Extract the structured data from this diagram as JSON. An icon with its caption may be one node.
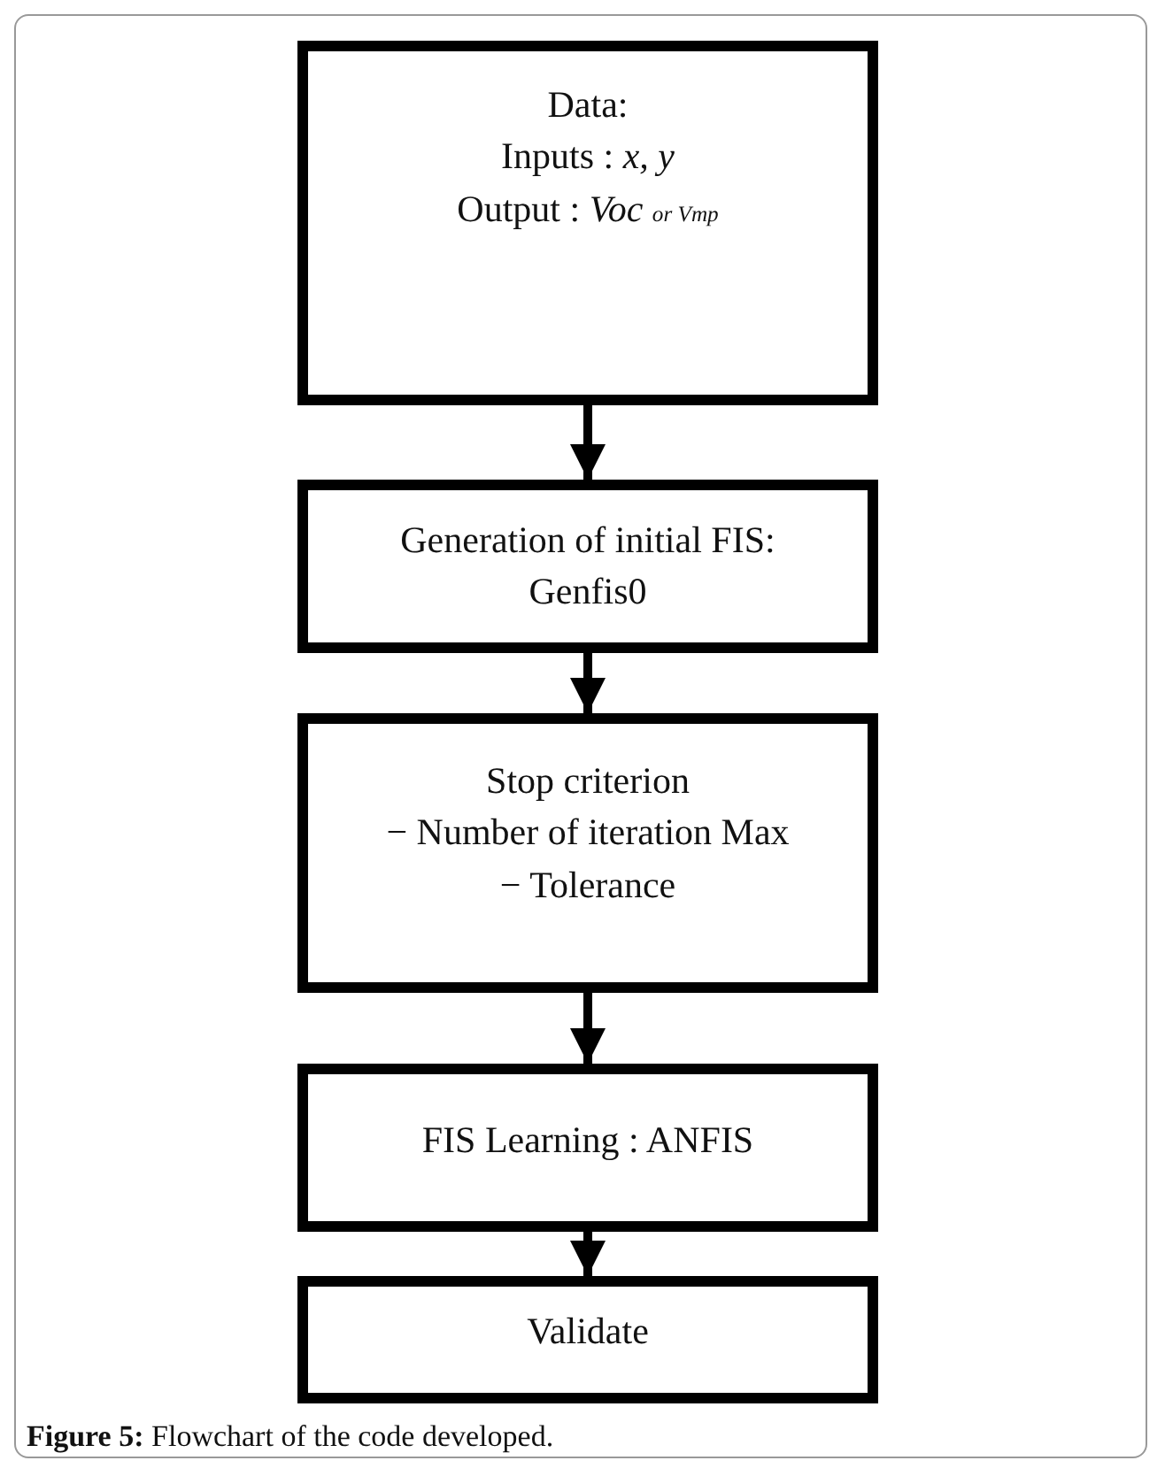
{
  "diagram": {
    "caption": "**Figure 5:** Flowchart of the code developed.",
    "nodes": [
      {
        "text": [
          "Data:",
          "Inputs : *x, y*",
          "Output : *Voc* $_{or Vmp}$"
        ]
      },
      {
        "text": [
          "Generation of initial FIS:",
          "Genfis0"
        ]
      },
      {
        "text": [
          "Stop criterion",
          "− Number of iteration Max",
          "− Tolerance"
        ]
      },
      {
        "text": [
          "FIS Learning : ANFIS"
        ]
      },
      {
        "text": [
          "Validate"
        ]
      }
    ],
    "edges": [
      {
        "from": 0,
        "to": 1,
        "arrow": "to"
      },
      {
        "from": 1,
        "to": 2,
        "arrow": "to"
      },
      {
        "from": 2,
        "to": 3,
        "arrow": "to"
      },
      {
        "from": 3,
        "to": 4,
        "arrow": "to"
      }
    ]
  }
}
